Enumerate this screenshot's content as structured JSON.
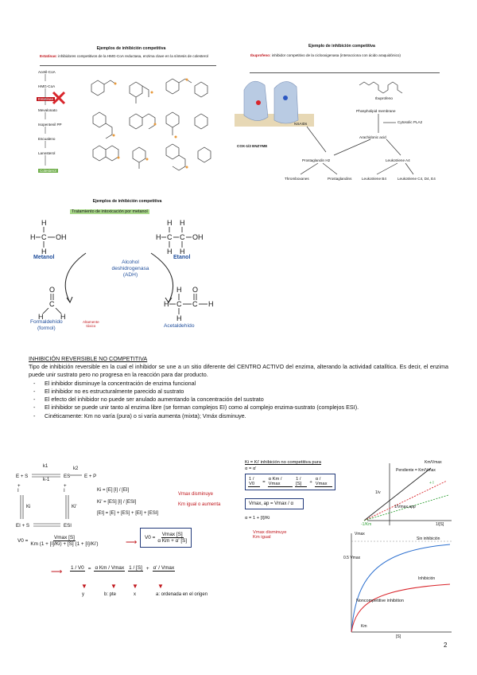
{
  "fig1": {
    "title": "Ejemplos de inhibición competitiva",
    "caption_bold": "Estatinas:",
    "caption_rest": "inhibidores competitivos de la HMG-CoA reductasa, enzima clave en la síntesis de colesterol",
    "pathway": [
      "Acetil-CoA",
      "HMG-CoA",
      "Mevalonato",
      "Isopentenil PP",
      "Escualeno",
      "Lanosterol",
      "Colesterol"
    ],
    "inhibitor_label": "Estatinas"
  },
  "fig2": {
    "title": "Ejemplo de inhibición competitiva",
    "caption_bold": "Ibuprofeno:",
    "caption_rest": "inhibidor competitivo de la ciclooxigenasa (interacciona con ácido araquidónico)",
    "drug_label": "Ibuprofeno",
    "cox_label": "COX-1/2 ENZYME",
    "nsaid_label": "NSAIDs",
    "phospholipid": "Phospholipid membrane",
    "cytosolic": "Cytosolic PLA2",
    "arachidonic": "Arachidonic acid",
    "prostaglandin": "Prostaglandin H2",
    "leukotriene_a": "Leukotriene A4",
    "products": [
      "Thromboxanes",
      "Prostaglandins",
      "Leukotriene B4",
      "Leukotriene C4, D4, E4"
    ]
  },
  "fig3": {
    "title": "Ejemplos de inhibición competitiva",
    "green_label": "Tratamiento de intoxicación por metanol",
    "metanol": "Metanol",
    "etanol": "Etanol",
    "enzyme": [
      "Alcohol",
      "deshidrogenasa",
      "(ADH)"
    ],
    "formaldehido": [
      "Formaldehído",
      "(formol)"
    ],
    "acetaldehido": "Acetaldehído",
    "toxic": [
      "Altamente",
      "tóxico"
    ]
  },
  "text": {
    "heading": "INHIBICIÓN REVERSIBLE NO COMPETITIVA",
    "paragraph": "Tipo de inhibición reversible en la cual el inhibidor se une a un sitio diferente del CENTRO ACTIVO del enzima, alterando la actividad catalítica. Es decir, el enzima puede unir sustrato pero no progresa en la reacción para dar producto.",
    "bullets": [
      "El inhibidor disminuye la concentración de enzima funcional",
      "El inhibidor no es estructuralmente parecido al sustrato",
      "El efecto del inhibidor no puede ser anulado aumentando la concentración del sustrato",
      "El inhibidor se puede unir tanto al enzima libre (se forman complejos EI) como al complejo enzima-sustrato (complejos ESI).",
      "Cinéticamente: Km no varía (pura) o si varía aumenta (mixta); Vmáx disminuye."
    ]
  },
  "scheme": {
    "k1": "k1",
    "k2": "k2",
    "km1": "k-1",
    "ki": "Ki",
    "kip": "Ki'",
    "eq1": "Ki = [E] [I] / [EI]",
    "eq2": "Ki' = [ES] [I] / [ESI]",
    "eq3": "[Et] = [E] + [ES] + [EI] + [ESI]",
    "vmax_note": "Vmax disminuye",
    "km_note": "Km igual o aumenta",
    "v0_lhs": "V0 =",
    "v0_num": "Vmax [S]",
    "v0_den": "Km (1 + [I]/Ki) + [S] (1 + [I]/Ki')",
    "box_lhs": "V0 =",
    "box_num": "Vmax [S]",
    "box_den": "α Km + α' [S]",
    "lb_lhs": "1 / V0",
    "lb_mid": "α Km / Vmax",
    "lb_s": "1 / [S]",
    "lb_rhs": "α' / Vmax",
    "axis_labels": [
      "y",
      "b: pte",
      "x",
      "a: ordenada en el origen"
    ]
  },
  "pure": {
    "title": "Ki = Ki' inhibición no competitiva pura",
    "alpha": "α = α'",
    "eq_left": "1 / V0",
    "eq_mid": "α Km / Vmax",
    "eq_s": "1 / [S]",
    "eq_right": "α / Vmax",
    "vmax_app": "Vmax, ap = Vmax / α",
    "alpha_def": "α = 1 + [I]/Ki",
    "note1": "Vmax disminuye",
    "note2": "Km igual"
  },
  "graphs": {
    "lb_ylabel": "1/v",
    "lb_xlabel": "1/[S]",
    "pendiente": "Pendiente = Km/Vmax",
    "slope_label": "Km/Vmax",
    "xint": "-1/Km",
    "yint_inh": "1/Vmax,app",
    "inhibitor_label": "+ I",
    "mm_vmax": "Vmax",
    "mm_vmax_half": "0.5 Vmax",
    "mm_inh": "Noncompetitive inhibition",
    "mm_noinh": "Sin inhibición",
    "mm_inhibited": "Inhibición",
    "mm_xlabel": "[S]",
    "km": "Km"
  },
  "page_number": "2"
}
